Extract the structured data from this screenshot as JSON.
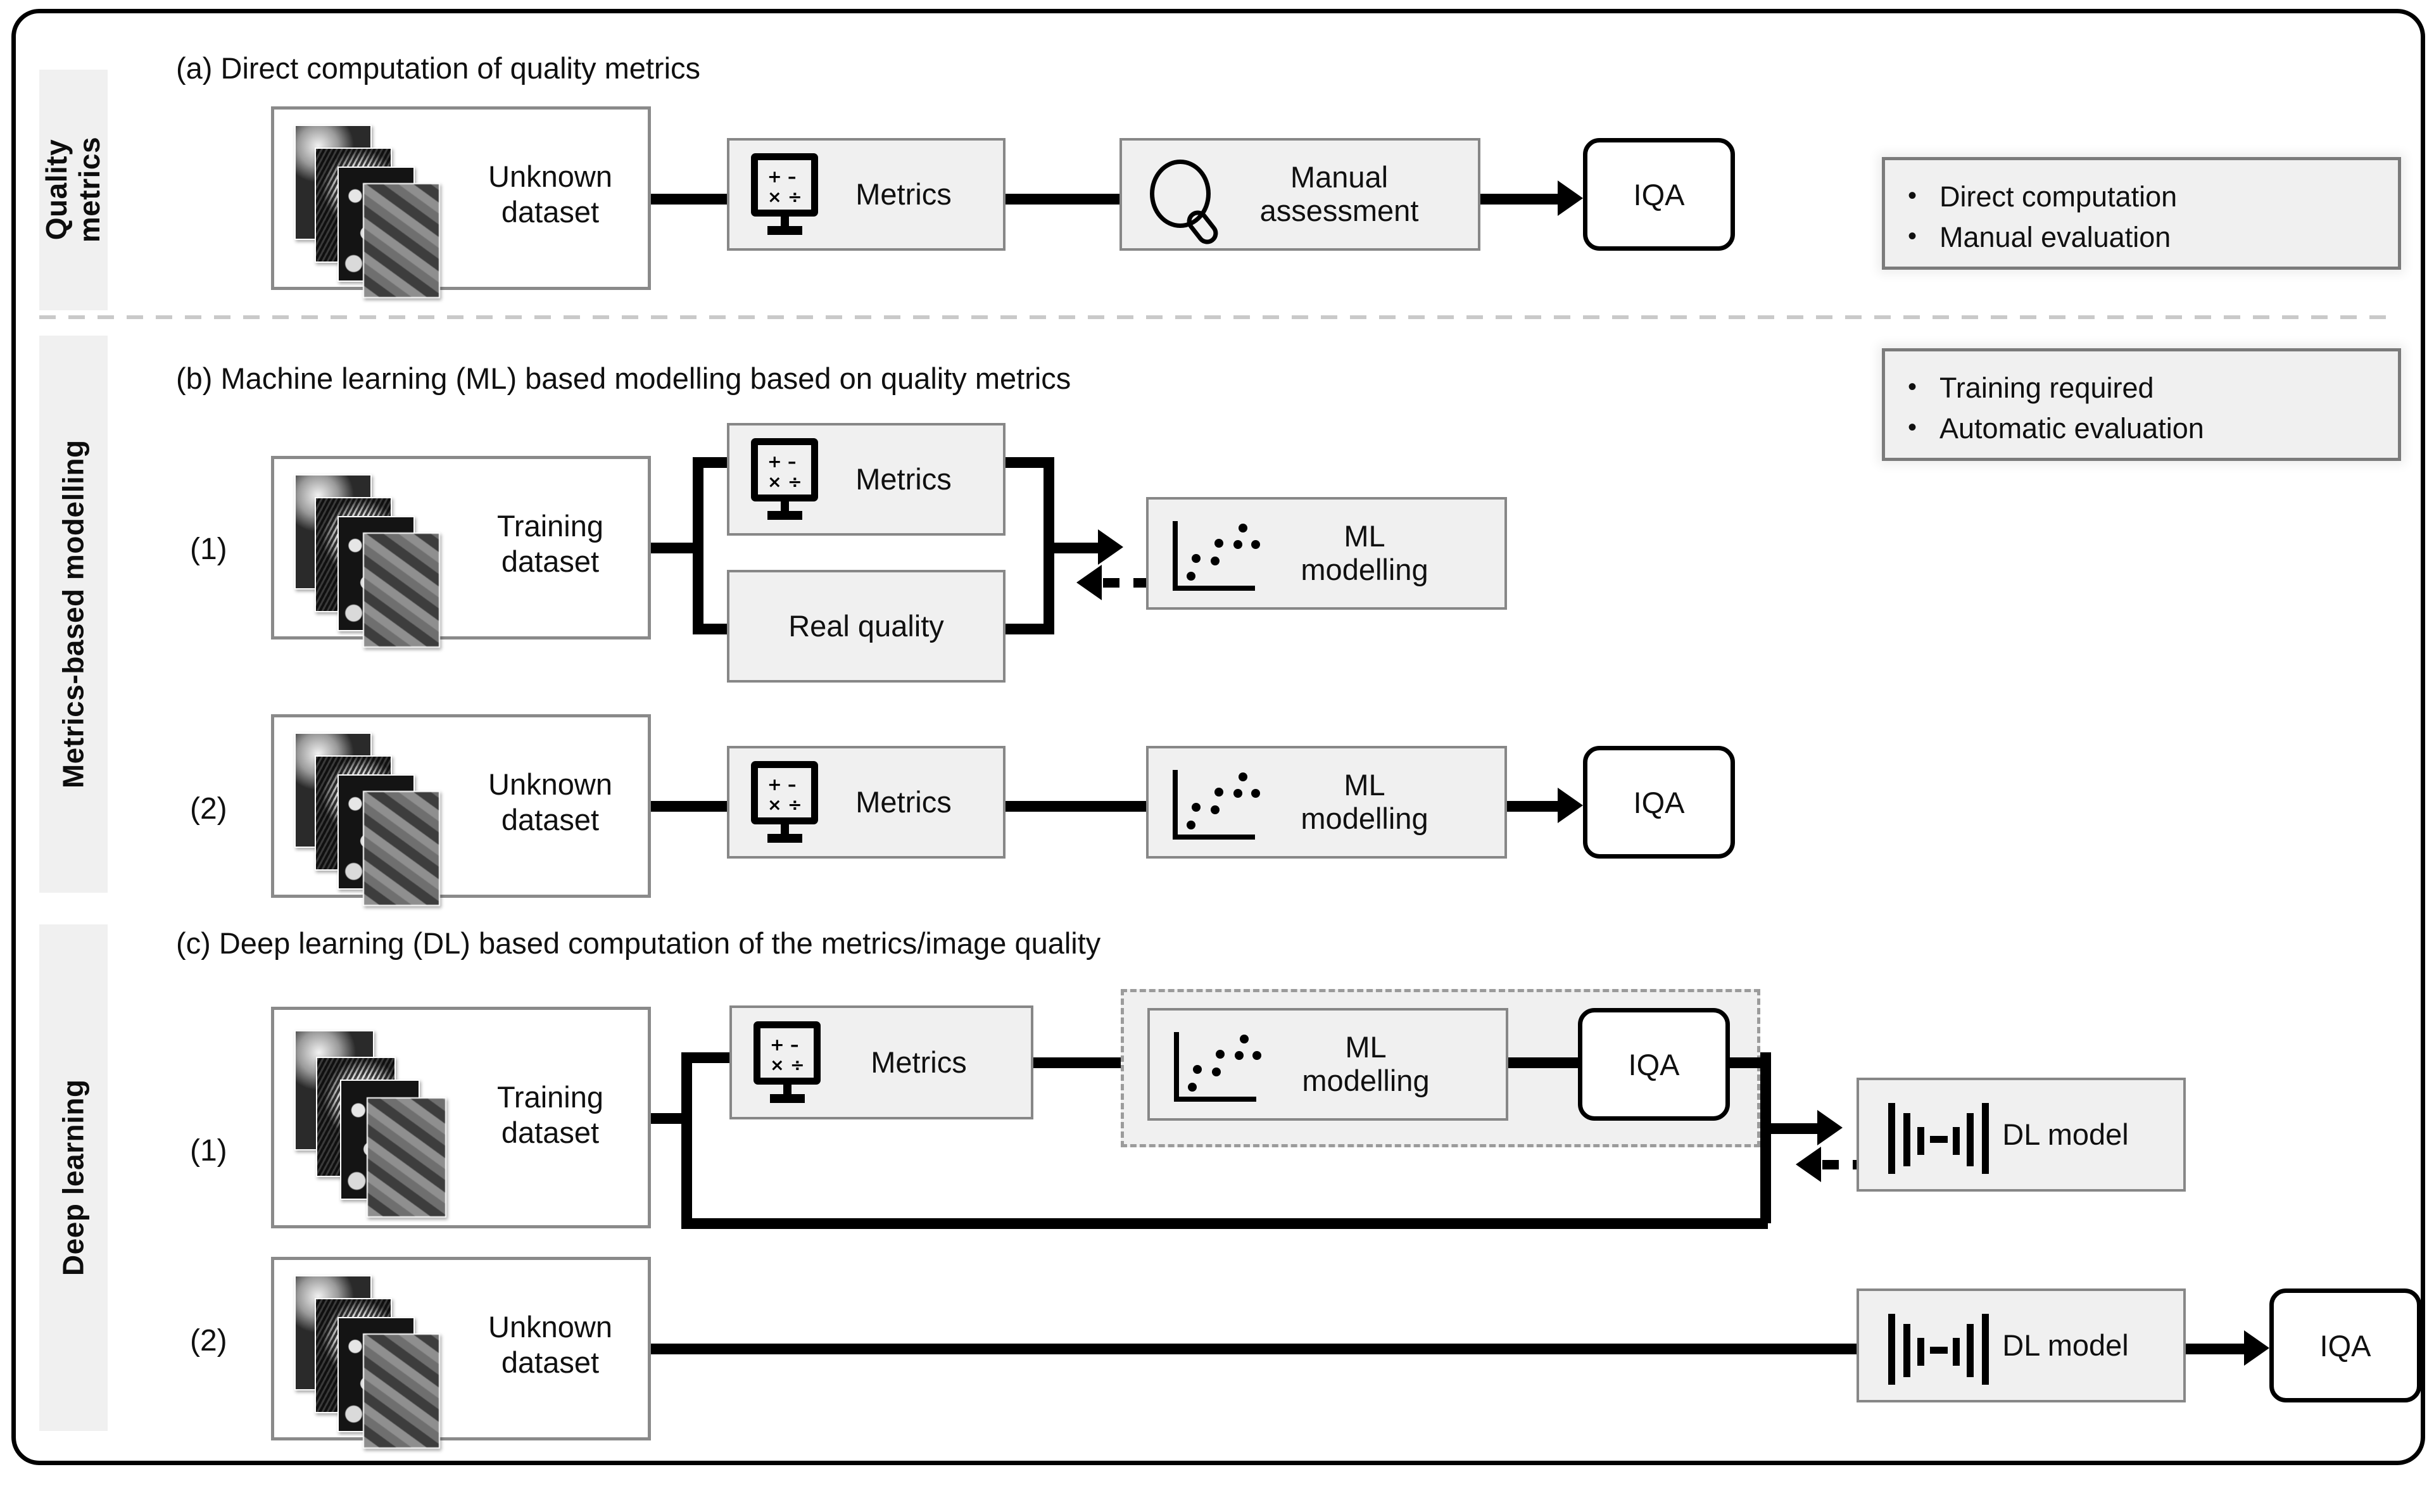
{
  "figure": {
    "categories": [
      {
        "id": "quality-metrics",
        "label": "Quality\nmetrics"
      },
      {
        "id": "metrics-based-modelling",
        "label": "Metrics-based modelling"
      },
      {
        "id": "deep-learning",
        "label": "Deep learning"
      }
    ],
    "sections": [
      {
        "id": "a",
        "title": "(a) Direct computation of quality metrics"
      },
      {
        "id": "b",
        "title": "(b) Machine learning (ML) based modelling based on quality metrics"
      },
      {
        "id": "c",
        "title": "(c) Deep learning (DL) based computation of the metrics/image quality"
      }
    ],
    "row_indices": {
      "one": "(1)",
      "two": "(2)"
    },
    "nodes": {
      "unknown_dataset": "Unknown\ndataset",
      "unknown_dataset_l1": "Unknown",
      "unknown_dataset_l2": "dataset",
      "training_dataset_l1": "Training",
      "training_dataset_l2": "dataset",
      "metrics": "Metrics",
      "manual_assessment_l1": "Manual",
      "manual_assessment_l2": "assessment",
      "iqa": "IQA",
      "real_quality": "Real quality",
      "ml_modelling_l1": "ML",
      "ml_modelling_l2": "modelling",
      "dl_model": "DL model"
    },
    "legends": [
      {
        "id": "legend-quality-metrics",
        "bullet": "•",
        "items": [
          "Direct computation",
          "Manual evaluation"
        ]
      },
      {
        "id": "legend-ml-dl",
        "bullet": "•",
        "items": [
          "Training required",
          "Automatic evaluation"
        ]
      }
    ],
    "icons": {
      "metrics": "metrics-monitor-icon",
      "manual": "magnifier-icon",
      "ml": "scatter-plot-icon",
      "dl": "neural-bars-icon",
      "dataset": "image-stack-icon"
    },
    "colors": {
      "box_fill": "#f0f0f0",
      "box_border": "#878787",
      "dataset_border": "#8a8a8a",
      "line": "#000000",
      "strip_fill": "#f0f0f0",
      "dashed_border": "#9b9b9b",
      "separator": "#c9c9c9",
      "text": "#101010"
    },
    "symbols": {
      "plus": "+",
      "minus": "−",
      "times": "×",
      "divide": "÷"
    }
  }
}
